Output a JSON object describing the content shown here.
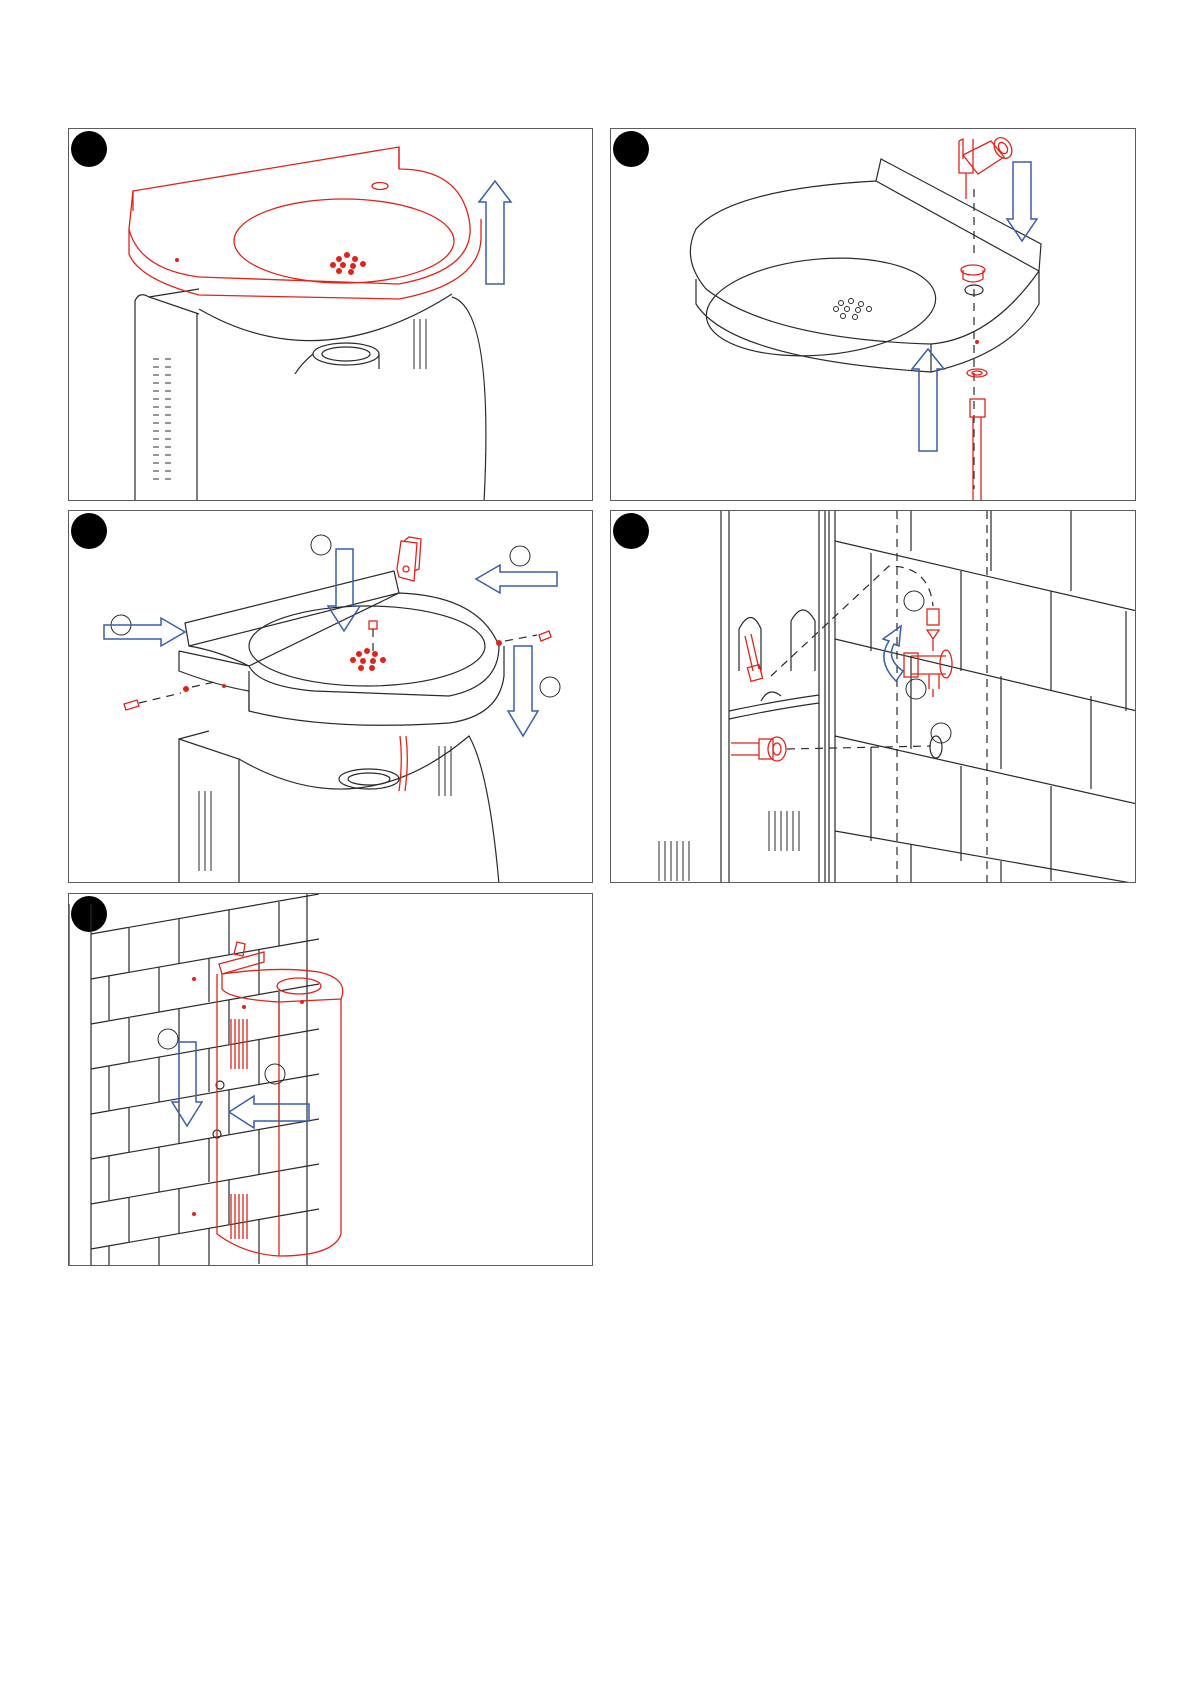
{
  "steps": [
    {
      "number": "",
      "label": "lift-basin-off-cabinet"
    },
    {
      "number": "",
      "label": "fit-valve-and-supply-hose"
    },
    {
      "number": "",
      "label": "refit-basin-and-screws"
    },
    {
      "number": "",
      "label": "connect-water-supply-and-drain"
    },
    {
      "number": "",
      "label": "hang-unit-on-wall"
    }
  ],
  "callouts": [
    "",
    "",
    "",
    "",
    "",
    "",
    "",
    ""
  ],
  "colors": {
    "highlight": "#e2231a",
    "arrow": "#3a5fa8",
    "line": "#2a2a2a",
    "step_badge": "#000000"
  },
  "icons": [
    "up-arrow-icon",
    "down-arrow-icon",
    "right-arrow-icon",
    "left-arrow-icon",
    "rotate-arrow-icon"
  ]
}
